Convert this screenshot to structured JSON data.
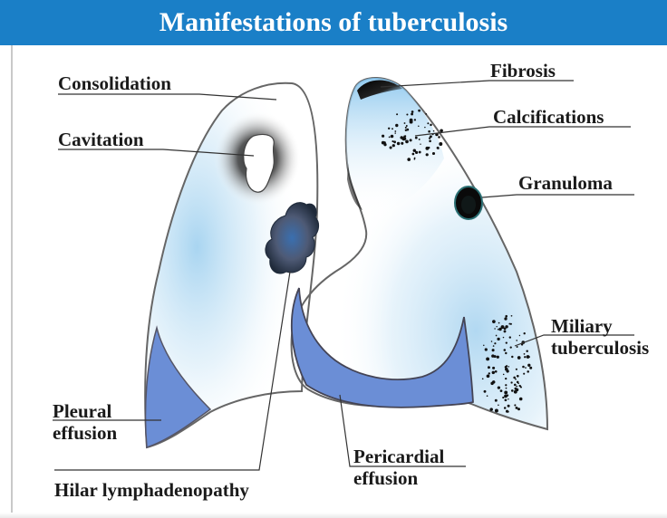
{
  "title": "Manifestations of tuberculosis",
  "labels": {
    "consolidation": "Consolidation",
    "cavitation": "Cavitation",
    "fibrosis": "Fibrosis",
    "calcifications": "Calcifications",
    "granuloma": "Granuloma",
    "miliary_line1": "Miliary",
    "miliary_line2": "tuberculosis",
    "pleural_line1": "Pleural",
    "pleural_line2": "effusion",
    "pericardial_line1": "Pericardial",
    "pericardial_line2": "effusion",
    "hilar": "Hilar lymphadenopathy"
  },
  "colors": {
    "title_bar": "#1a7fc7",
    "effusion": "#6b8ed6",
    "lung_tint": "#a9d4f0",
    "lesion_dark": "#111111"
  }
}
